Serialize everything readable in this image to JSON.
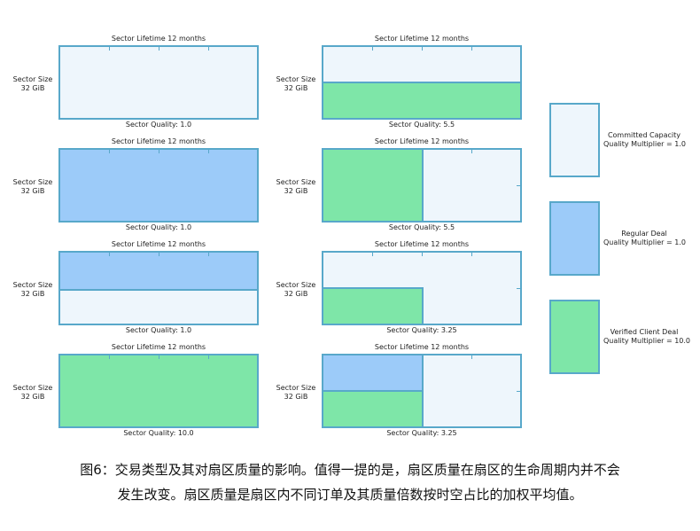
{
  "common": {
    "lifetime_label": "Sector Lifetime 12 months",
    "size_line1": "Sector Size",
    "size_line2": "32 GiB"
  },
  "sectors": [
    {
      "quality_label": "Sector Quality: 1.0",
      "composition": "committed capacity only"
    },
    {
      "quality_label": "Sector Quality: 5.5",
      "composition": "half committed capacity, half verified client deal (by space)"
    },
    {
      "quality_label": "Sector Quality: 1.0",
      "composition": "regular deal only"
    },
    {
      "quality_label": "Sector Quality: 5.5",
      "composition": "half verified client deal, half committed capacity (by time)"
    },
    {
      "quality_label": "Sector Quality: 1.0",
      "composition": "half regular deal, half committed capacity (by space)"
    },
    {
      "quality_label": "Sector Quality: 3.25",
      "composition": "quarter verified client deal, rest committed capacity"
    },
    {
      "quality_label": "Sector Quality: 10.0",
      "composition": "verified client deal only"
    },
    {
      "quality_label": "Sector Quality: 3.25",
      "composition": "quarter regular deal, quarter verified client deal, rest committed capacity"
    }
  ],
  "legend": [
    {
      "line1": "Committed Capacity",
      "line2": "Quality Multiplier = 1.0",
      "color": "#eef6fc"
    },
    {
      "line1": "Regular Deal",
      "line2": "Quality Multiplier = 1.0",
      "color": "#9ccbf9"
    },
    {
      "line1": "Verified Client Deal",
      "line2": "Quality Multiplier = 10.0",
      "color": "#7ee6a8"
    }
  ],
  "caption": {
    "line1": "图6：交易类型及其对扇区质量的影响。值得一提的是，扇区质量在扇区的生命周期内并不会",
    "line2": "发生改变。扇区质量是扇区内不同订单及其质量倍数按时空占比的加权平均值。"
  }
}
